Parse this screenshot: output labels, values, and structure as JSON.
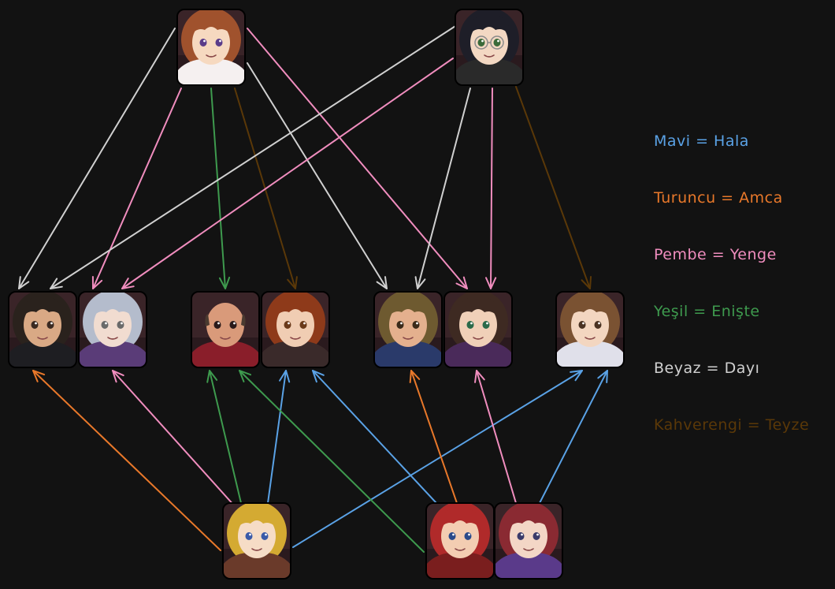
{
  "colors": {
    "blue": "#5aa2e6",
    "orange": "#e8782a",
    "pink": "#f08dbe",
    "green": "#3e9a4e",
    "white": "#d0d0d0",
    "brown": "#5a3808",
    "background": "#121212"
  },
  "legend": [
    {
      "text": "Mavi = Hala",
      "color": "#5aa2e6"
    },
    {
      "text": "Turuncu = Amca",
      "color": "#e8782a"
    },
    {
      "text": "Pembe = Yenge",
      "color": "#f08dbe"
    },
    {
      "text": "Yeşil = Enişte",
      "color": "#3e9a4e"
    },
    {
      "text": "Beyaz = Dayı",
      "color": "#d0d0d0"
    },
    {
      "text": "Kahverengi = Teyze",
      "color": "#5a3808"
    }
  ],
  "nodes": [
    {
      "id": "top-girl",
      "hair": "#a0522d",
      "skin": "#f6d9c0",
      "cloth": "#f5f0f0",
      "eyes": "#5a3c8a"
    },
    {
      "id": "top-boy-glasses",
      "hair": "#1e1e28",
      "skin": "#f3d8c3",
      "cloth": "#2a2a2a",
      "eyes": "#3a6a3a",
      "glasses": true
    },
    {
      "id": "mid-man-1",
      "hair": "#2a221d",
      "skin": "#d9a985",
      "cloth": "#1e1e22",
      "eyes": "#3a2a22"
    },
    {
      "id": "mid-woman-1",
      "hair": "#b4bccc",
      "skin": "#f1dcd0",
      "cloth": "#5a3c78",
      "eyes": "#6a6a6a"
    },
    {
      "id": "mid-man-2",
      "hair": "#4a3a30",
      "skin": "#d99a7a",
      "cloth": "#8a1e2a",
      "eyes": "#2a1a1a",
      "bald": true
    },
    {
      "id": "mid-woman-2",
      "hair": "#8e3a1a",
      "skin": "#f0cdb3",
      "cloth": "#3a2a2a",
      "eyes": "#6a3a1a"
    },
    {
      "id": "mid-man-3",
      "hair": "#6e5a30",
      "skin": "#e4b08e",
      "cloth": "#2a3a6a",
      "eyes": "#3a2a1a"
    },
    {
      "id": "mid-woman-3",
      "hair": "#3e2a22",
      "skin": "#f0d0b8",
      "cloth": "#4a2a5a",
      "eyes": "#2a6a4a"
    },
    {
      "id": "mid-woman-4",
      "hair": "#7a5232",
      "skin": "#f3d6c0",
      "cloth": "#e0e0ea",
      "eyes": "#4a3222"
    },
    {
      "id": "bottom-girl-blonde",
      "hair": "#d4aa32",
      "skin": "#f6dcc6",
      "cloth": "#6a3a2a",
      "eyes": "#3a5aa8"
    },
    {
      "id": "bottom-boy-red",
      "hair": "#b02a2a",
      "skin": "#f3cdb2",
      "cloth": "#7a1e1e",
      "eyes": "#2a4a8a"
    },
    {
      "id": "bottom-girl-red",
      "hair": "#8a2a32",
      "skin": "#f3d6c6",
      "cloth": "#5a3a8a",
      "eyes": "#3a3a6a"
    }
  ],
  "edges": [
    {
      "from": "top-girl",
      "to": "mid-man-1",
      "color": "white"
    },
    {
      "from": "top-girl",
      "to": "mid-woman-1",
      "color": "pink"
    },
    {
      "from": "top-girl",
      "to": "mid-man-2",
      "color": "green"
    },
    {
      "from": "top-girl",
      "to": "mid-woman-2",
      "color": "brown"
    },
    {
      "from": "top-girl",
      "to": "mid-man-3",
      "color": "white"
    },
    {
      "from": "top-girl",
      "to": "mid-woman-3",
      "color": "pink"
    },
    {
      "from": "top-boy-glasses",
      "to": "mid-man-1",
      "color": "white"
    },
    {
      "from": "top-boy-glasses",
      "to": "mid-woman-1",
      "color": "pink"
    },
    {
      "from": "top-boy-glasses",
      "to": "mid-man-3",
      "color": "white"
    },
    {
      "from": "top-boy-glasses",
      "to": "mid-woman-3",
      "color": "pink"
    },
    {
      "from": "top-boy-glasses",
      "to": "mid-woman-4",
      "color": "brown"
    },
    {
      "from": "bottom-girl-blonde",
      "to": "mid-man-1",
      "color": "orange"
    },
    {
      "from": "bottom-girl-blonde",
      "to": "mid-woman-1",
      "color": "pink"
    },
    {
      "from": "bottom-girl-blonde",
      "to": "mid-man-2",
      "color": "green"
    },
    {
      "from": "bottom-girl-blonde",
      "to": "mid-woman-2",
      "color": "blue"
    },
    {
      "from": "bottom-girl-blonde",
      "to": "mid-woman-4",
      "color": "blue"
    },
    {
      "from": "bottom-boy-red",
      "to": "mid-man-2",
      "color": "green"
    },
    {
      "from": "bottom-boy-red",
      "to": "mid-woman-2",
      "color": "blue"
    },
    {
      "from": "bottom-boy-red",
      "to": "mid-man-3",
      "color": "orange"
    },
    {
      "from": "bottom-girl-red",
      "to": "mid-woman-3",
      "color": "pink"
    },
    {
      "from": "bottom-girl-red",
      "to": "mid-woman-4",
      "color": "blue"
    }
  ]
}
